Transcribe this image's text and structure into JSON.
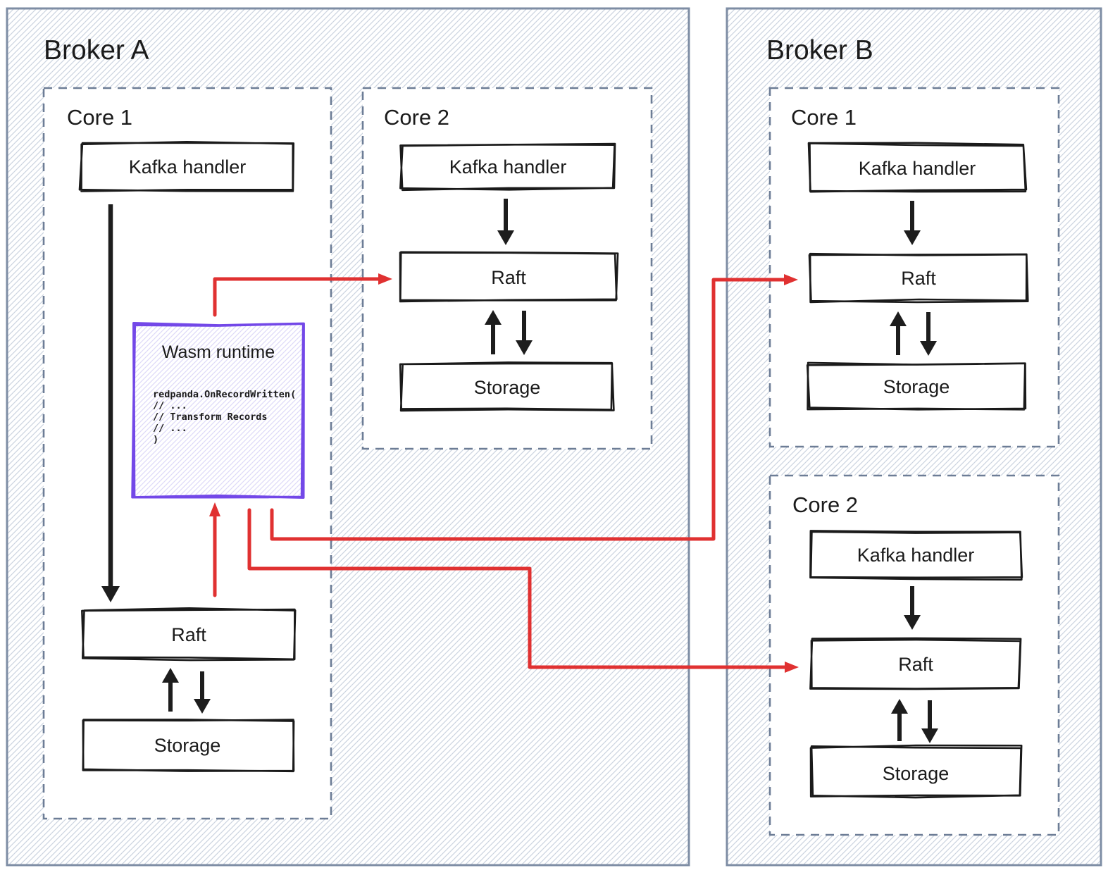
{
  "brokers": [
    {
      "title": "Broker A",
      "cores": [
        {
          "label": "Core 1",
          "boxes": [
            "Kafka handler",
            "Raft",
            "Storage"
          ]
        },
        {
          "label": "Core 2",
          "boxes": [
            "Kafka handler",
            "Raft",
            "Storage"
          ]
        }
      ]
    },
    {
      "title": "Broker B",
      "cores": [
        {
          "label": "Core 1",
          "boxes": [
            "Kafka handler",
            "Raft",
            "Storage"
          ]
        },
        {
          "label": "Core 2",
          "boxes": [
            "Kafka handler",
            "Raft",
            "Storage"
          ]
        }
      ]
    }
  ],
  "wasm": {
    "title": "Wasm runtime",
    "code_lines": [
      "redpanda.OnRecordWritten(",
      "//  ...",
      "// Transform Records",
      "//  ...",
      ")"
    ]
  },
  "colors": {
    "red_arrow": "#e03131",
    "wasm_purple": "#7348e8",
    "dashed_border": "#6d7d96",
    "broker_border": "#7e8da4",
    "hatch_line": "#ccd4e0",
    "box_stroke": "#1a1a1a"
  }
}
